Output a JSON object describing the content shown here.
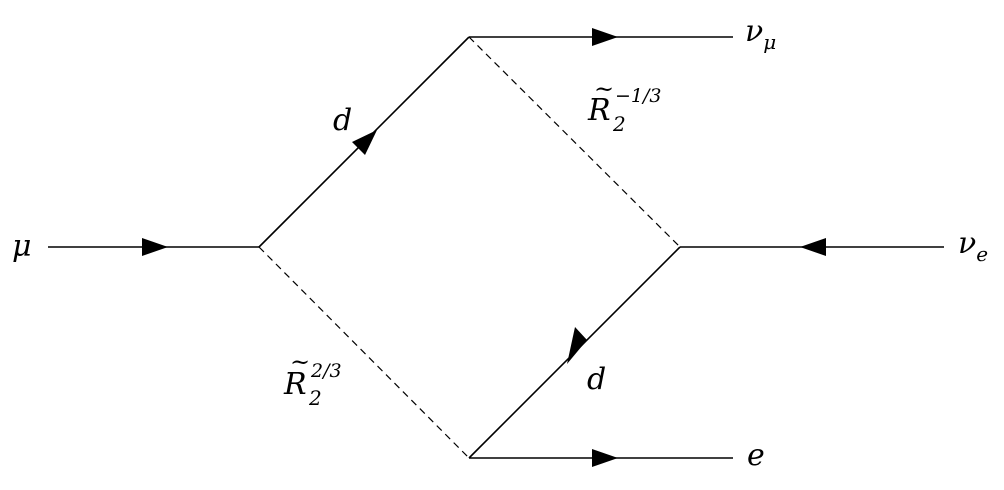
{
  "particles": {
    "muon": "μ",
    "nu": "ν",
    "nu_mu_sub": "μ",
    "nu_e_sub": "e",
    "electron": "e",
    "quark_top": "d",
    "quark_bottom": "d"
  },
  "leptoquarks": {
    "symbol": "R",
    "tilde": "~",
    "subscript": "2",
    "upper_charge": "−1/3",
    "lower_charge": "2/3"
  }
}
